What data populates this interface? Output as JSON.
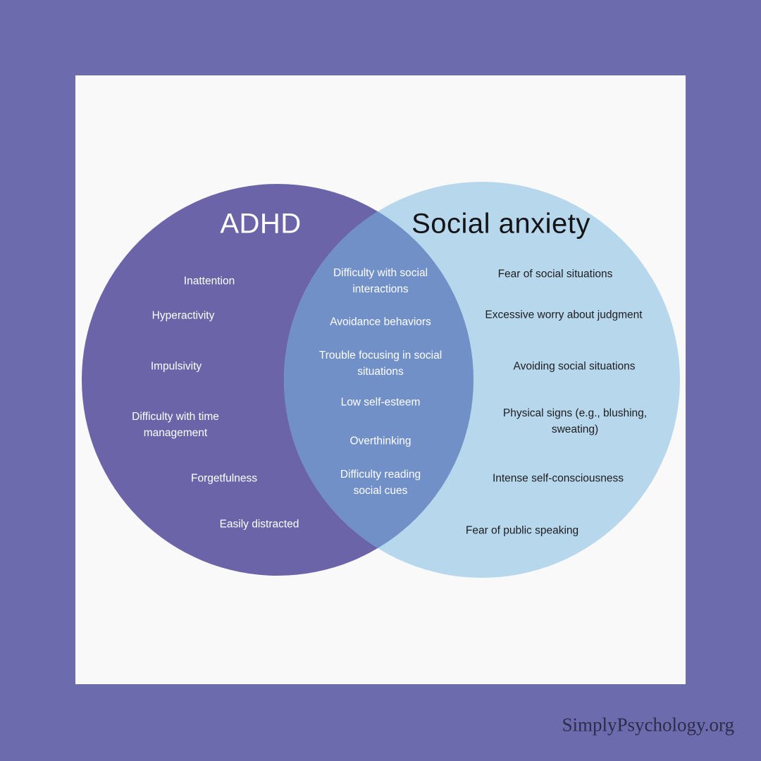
{
  "page": {
    "background_color": "#6c6bad",
    "card_color": "#f8f9f8"
  },
  "watermark": {
    "text": "SimplyPsychology.org",
    "color": "#2d2d4a"
  },
  "venn": {
    "left": {
      "title": "ADHD",
      "circle_color": "#6b64a8",
      "text_color": "#ffffff",
      "items": [
        "Inattention",
        "Hyperactivity",
        "Impulsivity",
        "Difficulty with time management",
        "Forgetfulness",
        "Easily distracted"
      ]
    },
    "overlap": {
      "circle_color": "#7190c8",
      "text_color": "#ffffff",
      "items": [
        "Difficulty with social interactions",
        "Avoidance behaviors",
        "Trouble focusing in social situations",
        "Low self-esteem",
        "Overthinking",
        "Difficulty reading social cues"
      ]
    },
    "right": {
      "title": "Social anxiety",
      "circle_color": "#b7d8ec",
      "text_color": "#1d1d1f",
      "items": [
        "Fear of social situations",
        "Excessive worry about judgment",
        "Avoiding social situations",
        "Physical signs (e.g., blushing, sweating)",
        "Intense self-consciousness",
        "Fear of public speaking"
      ]
    }
  }
}
